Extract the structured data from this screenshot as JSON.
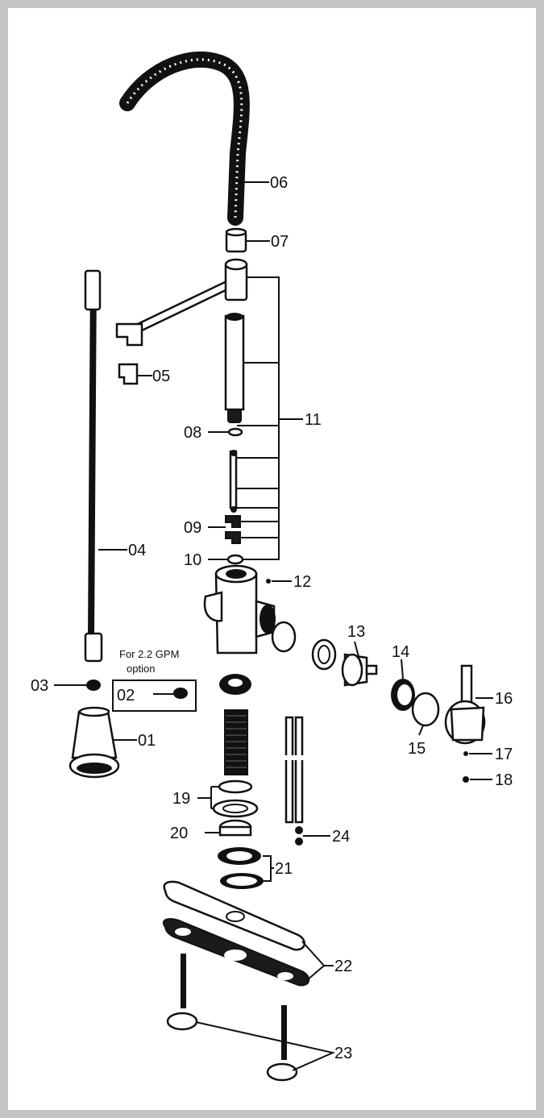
{
  "diagram": {
    "parts": [
      {
        "id": "01"
      },
      {
        "id": "02"
      },
      {
        "id": "03"
      },
      {
        "id": "04"
      },
      {
        "id": "05"
      },
      {
        "id": "06"
      },
      {
        "id": "07"
      },
      {
        "id": "08"
      },
      {
        "id": "09"
      },
      {
        "id": "10"
      },
      {
        "id": "11"
      },
      {
        "id": "12"
      },
      {
        "id": "13"
      },
      {
        "id": "14"
      },
      {
        "id": "15"
      },
      {
        "id": "16"
      },
      {
        "id": "17"
      },
      {
        "id": "18"
      },
      {
        "id": "19"
      },
      {
        "id": "20"
      },
      {
        "id": "21"
      },
      {
        "id": "22"
      },
      {
        "id": "23"
      },
      {
        "id": "24"
      }
    ],
    "gpm_note_line1": "For 2.2 GPM",
    "gpm_note_line2": "option"
  }
}
